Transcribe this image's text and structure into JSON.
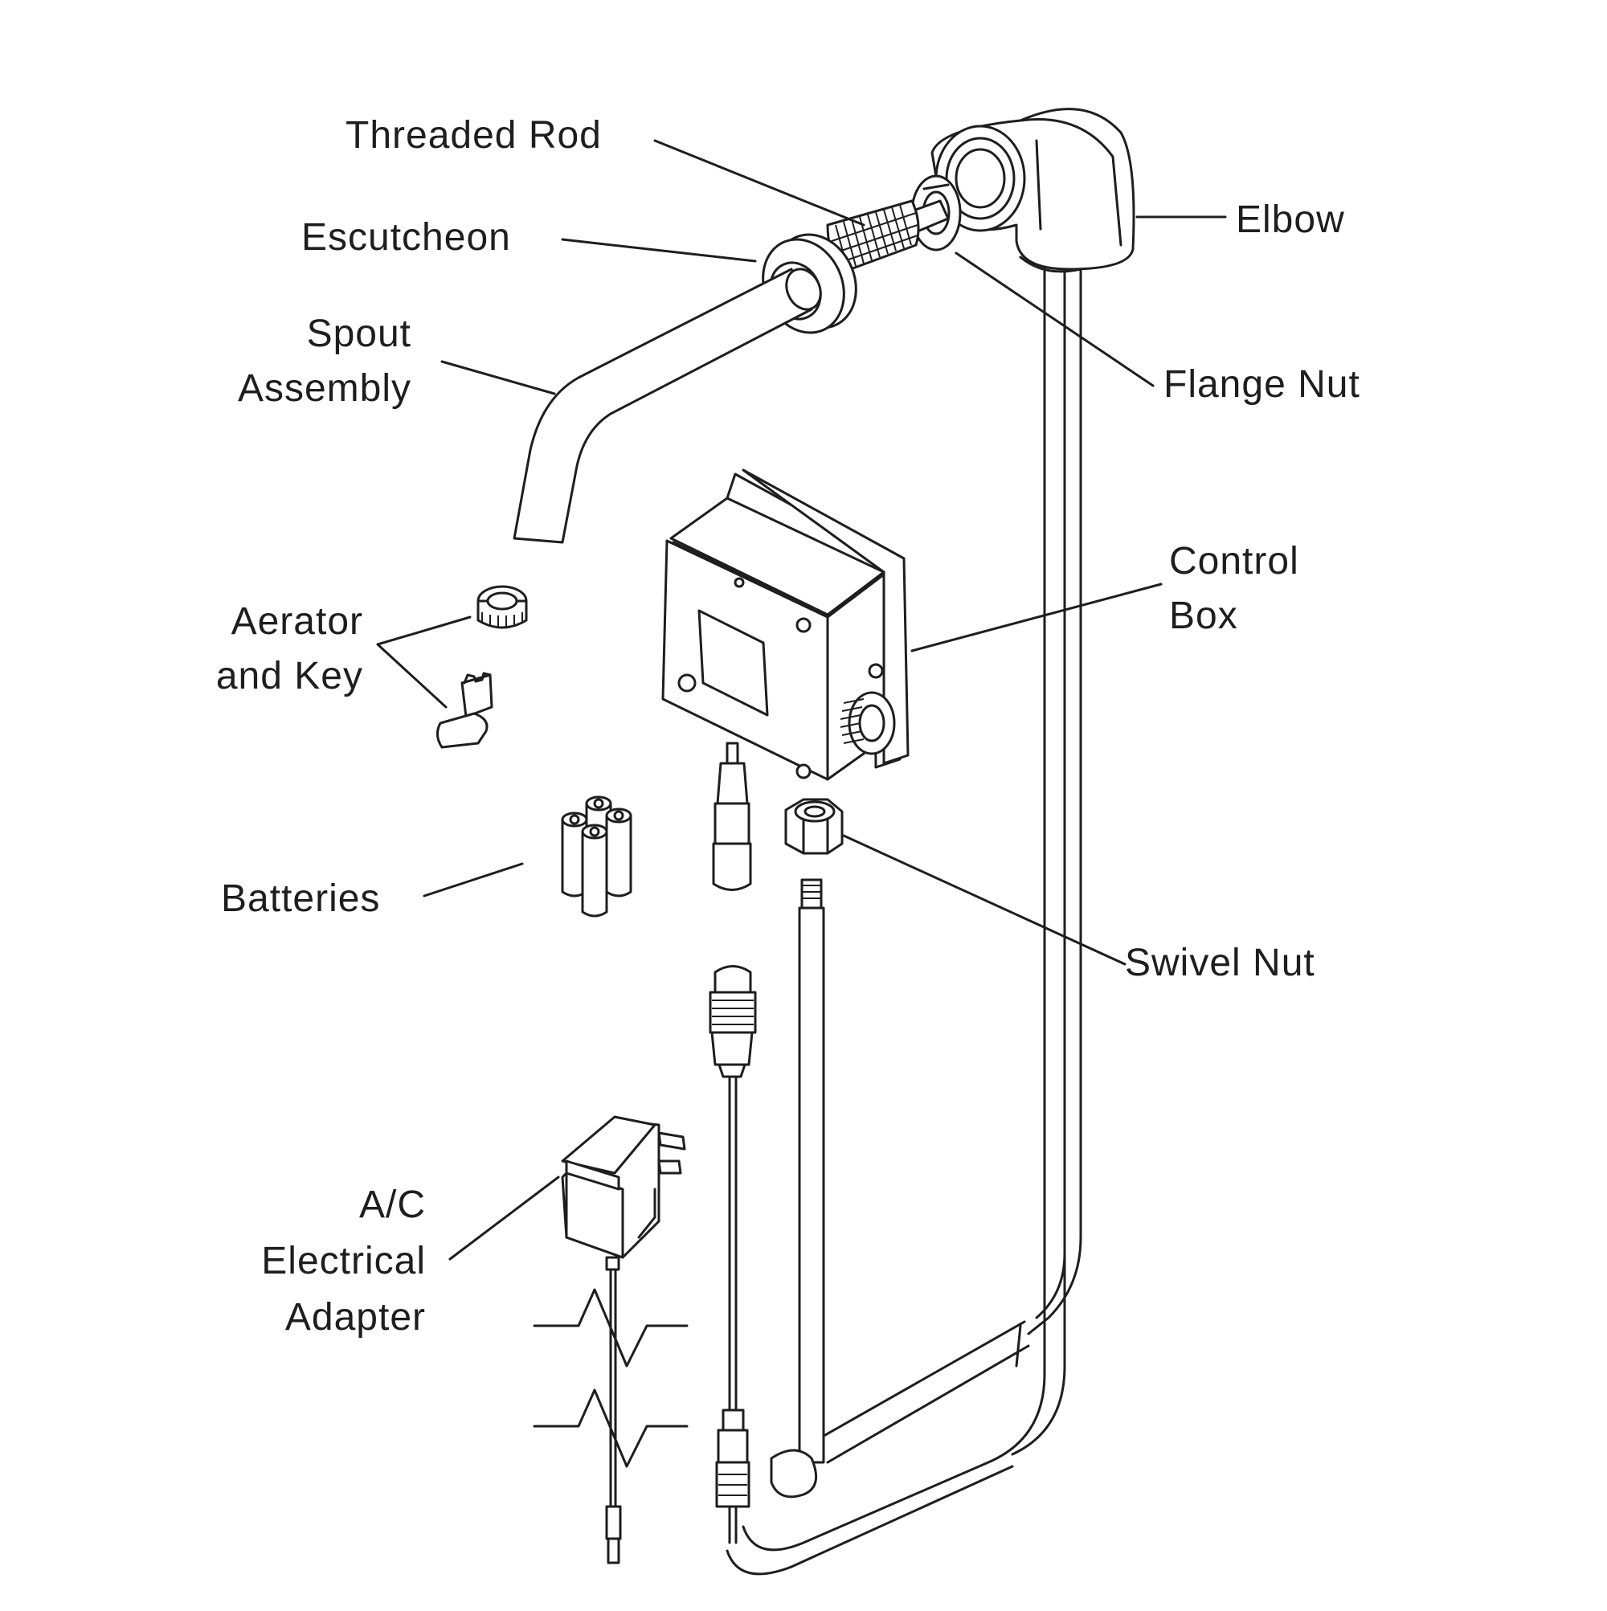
{
  "labels": {
    "threaded_rod": "Threaded Rod",
    "escutcheon": "Escutcheon",
    "spout_line1": "Spout",
    "spout_line2": "Assembly",
    "elbow": "Elbow",
    "flange_nut": "Flange Nut",
    "control_line1": "Control",
    "control_line2": "Box",
    "aerator_line1": "Aerator",
    "aerator_line2": "and Key",
    "batteries": "Batteries",
    "swivel_nut": "Swivel Nut",
    "adapter_line1": "A/C",
    "adapter_line2": "Electrical",
    "adapter_line3": "Adapter"
  }
}
